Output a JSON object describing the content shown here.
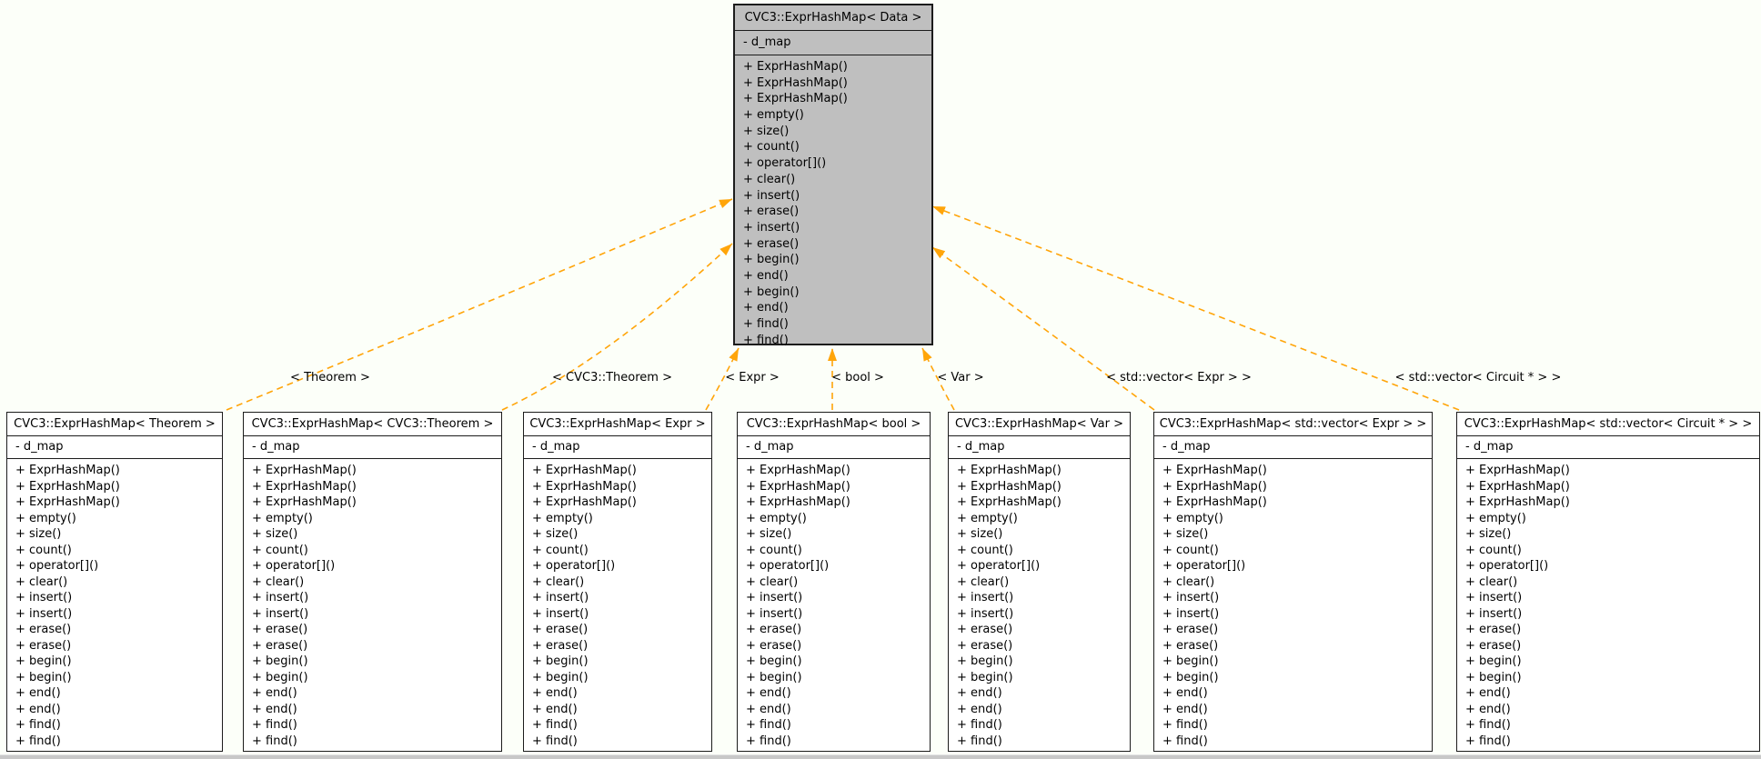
{
  "base_class": {
    "title": "CVC3::ExprHashMap< Data >",
    "attribute": "- d_map",
    "methods": [
      "+ ExprHashMap()",
      "+ ExprHashMap()",
      "+ ExprHashMap()",
      "+ empty()",
      "+ size()",
      "+ count()",
      "+ operator[]()",
      "+ clear()",
      "+ insert()",
      "+ erase()",
      "+ insert()",
      "+ erase()",
      "+ begin()",
      "+ end()",
      "+ begin()",
      "+ end()",
      "+ find()",
      "+ find()"
    ]
  },
  "instance_attribute": "- d_map",
  "instance_methods": [
    "+ ExprHashMap()",
    "+ ExprHashMap()",
    "+ ExprHashMap()",
    "+ empty()",
    "+ size()",
    "+ count()",
    "+ operator[]()",
    "+ clear()",
    "+ insert()",
    "+ insert()",
    "+ erase()",
    "+ erase()",
    "+ begin()",
    "+ begin()",
    "+ end()",
    "+ end()",
    "+ find()",
    "+ find()"
  ],
  "instances": [
    {
      "title": "CVC3::ExprHashMap< Theorem >",
      "edge_label": "< Theorem >"
    },
    {
      "title": "CVC3::ExprHashMap< CVC3::Theorem >",
      "edge_label": "< CVC3::Theorem >"
    },
    {
      "title": "CVC3::ExprHashMap< Expr >",
      "edge_label": "< Expr >"
    },
    {
      "title": "CVC3::ExprHashMap< bool >",
      "edge_label": "< bool >"
    },
    {
      "title": "CVC3::ExprHashMap< Var >",
      "edge_label": "< Var >"
    },
    {
      "title": "CVC3::ExprHashMap< std::vector< Expr > >",
      "edge_label": "< std::vector< Expr > >"
    },
    {
      "title": "CVC3::ExprHashMap< std::vector< Circuit * > >",
      "edge_label": "< std::vector< Circuit * > >"
    }
  ],
  "colors": {
    "background": "#fcfff9",
    "base_fill": "#bfbfbf",
    "instance_fill": "#ffffff",
    "border": "#1c1c1c",
    "edge": "#ffa50a",
    "bottom_rule": "#c8c8c8"
  }
}
